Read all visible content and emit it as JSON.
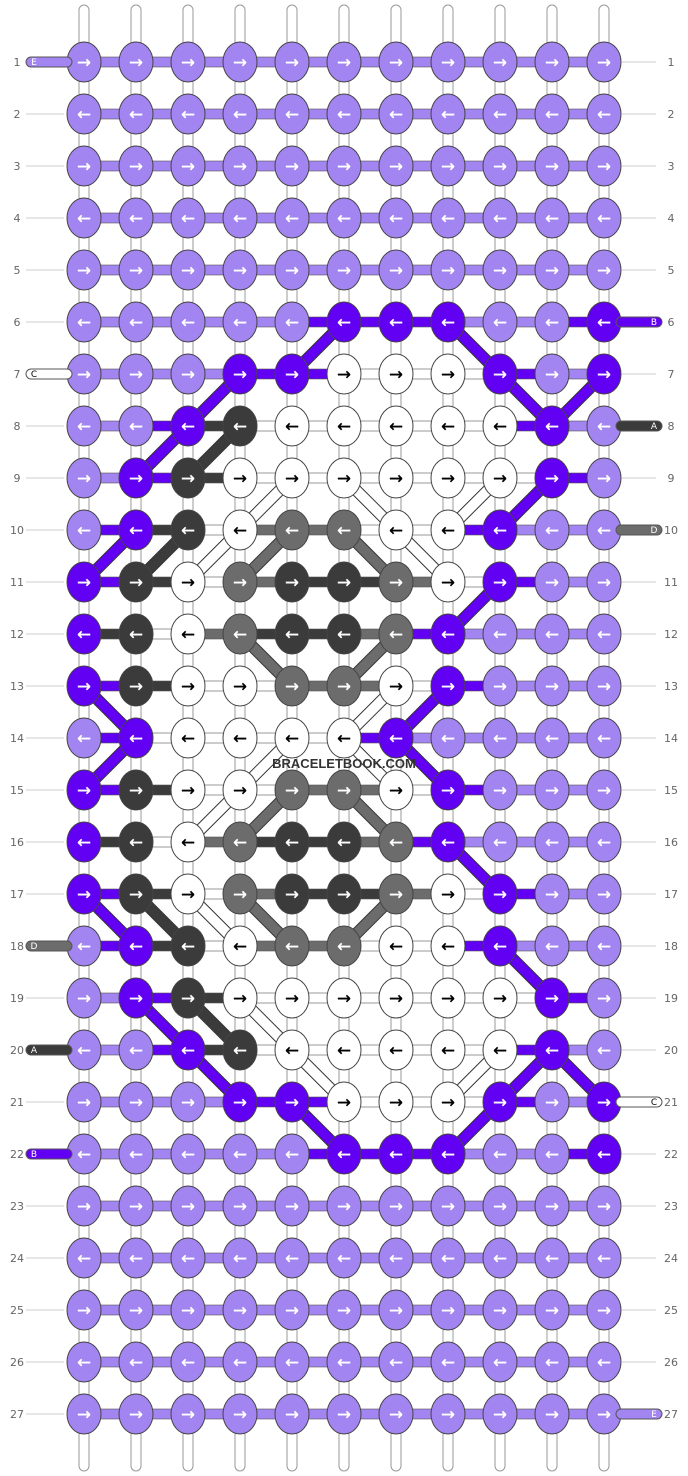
{
  "watermark": "BRACELETBOOK.COM",
  "colors": {
    "E": "#a385f2",
    "B": "#6200f3",
    "C": "#ffffff",
    "A": "#3b3b3b",
    "D": "#6c6c6c"
  },
  "strands_top": "EEEEEEEEEEE",
  "left_labels": [
    {
      "row": 1,
      "text": "E"
    },
    {
      "row": 7,
      "text": "C"
    },
    {
      "row": 18,
      "text": "D"
    },
    {
      "row": 20,
      "text": "A"
    },
    {
      "row": 22,
      "text": "B"
    }
  ],
  "right_labels": [
    {
      "row": 6,
      "text": "B"
    },
    {
      "row": 8,
      "text": "A"
    },
    {
      "row": 10,
      "text": "D"
    },
    {
      "row": 21,
      "text": "C"
    },
    {
      "row": 27,
      "text": "E"
    }
  ],
  "row_numbers": [
    "1",
    "2",
    "3",
    "4",
    "5",
    "6",
    "7",
    "8",
    "9",
    "10",
    "11",
    "12",
    "13",
    "14",
    "15",
    "16",
    "17",
    "18",
    "19",
    "20",
    "21",
    "22",
    "23",
    "24",
    "25",
    "26",
    "27"
  ],
  "knot_rows": [
    {
      "dir": "R",
      "colors": "EEEEEEEEEEE"
    },
    {
      "dir": "L",
      "colors": "EEEEEEEEEEE"
    },
    {
      "dir": "R",
      "colors": "EEEEEEEEEEE"
    },
    {
      "dir": "L",
      "colors": "EEEEEEEEEEE"
    },
    {
      "dir": "R",
      "colors": "EEEEEEEEEEE"
    },
    {
      "dir": "L",
      "colors": "EEEEEBBBEEB"
    },
    {
      "dir": "R",
      "colors": "EEEBBCCCBEB"
    },
    {
      "dir": "L",
      "colors": "EEBACCCCCBE"
    },
    {
      "dir": "R",
      "colors": "EBACCCCCCBE"
    },
    {
      "dir": "L",
      "colors": "EBACDDCCBEE"
    },
    {
      "dir": "R",
      "colors": "BACDAADCBEE"
    },
    {
      "dir": "L",
      "colors": "BACDAADBEEE"
    },
    {
      "dir": "R",
      "colors": "BACCDDCBEEE"
    },
    {
      "dir": "L",
      "colors": "EBCCCCBEEEE"
    },
    {
      "dir": "R",
      "colors": "BACCDDCBEEE"
    },
    {
      "dir": "L",
      "colors": "BACDAADBEEE"
    },
    {
      "dir": "R",
      "colors": "BACDAADCBEE"
    },
    {
      "dir": "L",
      "colors": "EBACDDCCBEE"
    },
    {
      "dir": "R",
      "colors": "EBACCCCCCBE"
    },
    {
      "dir": "L",
      "colors": "EEBACCCCCBE"
    },
    {
      "dir": "R",
      "colors": "EEEBBCCCBEB"
    },
    {
      "dir": "L",
      "colors": "EEEEEBBBEEB"
    },
    {
      "dir": "R",
      "colors": "EEEEEEEEEEE"
    },
    {
      "dir": "L",
      "colors": "EEEEEEEEEEE"
    },
    {
      "dir": "R",
      "colors": "EEEEEEEEEEE"
    },
    {
      "dir": "L",
      "colors": "EEEEEEEEEEE"
    },
    {
      "dir": "R",
      "colors": "EEEEEEEEEEE"
    }
  ]
}
